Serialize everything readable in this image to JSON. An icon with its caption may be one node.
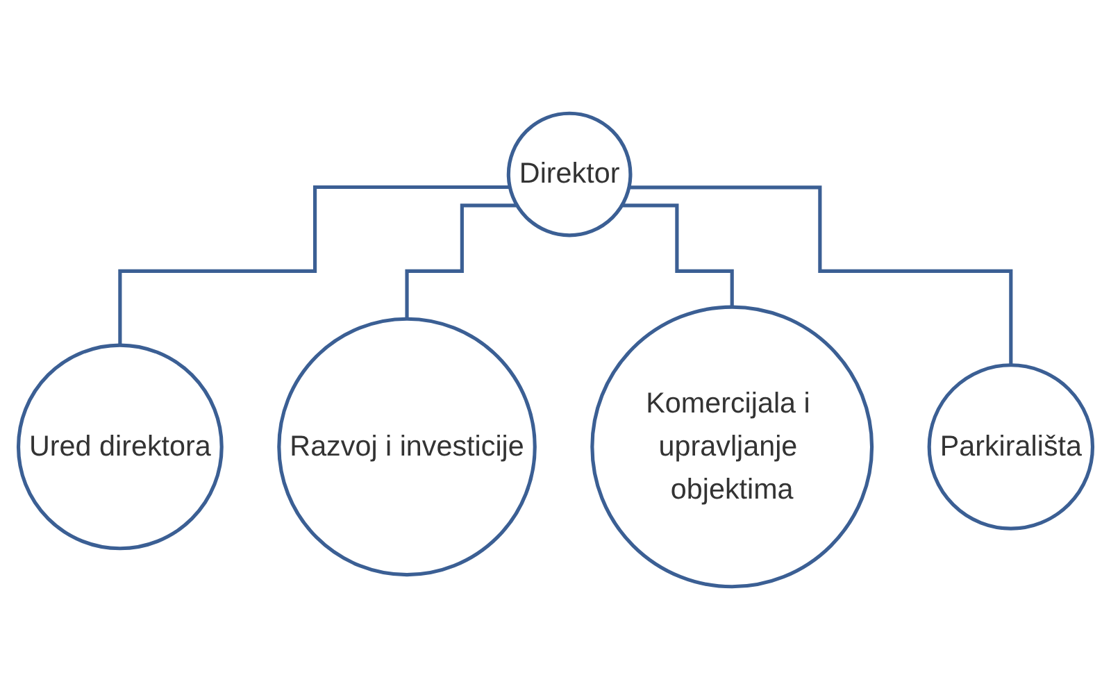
{
  "diagram": {
    "nodes": [
      {
        "text": [
          "Direktor"
        ]
      },
      {
        "text": [
          "Ured direktora"
        ]
      },
      {
        "text": [
          "Razvoj i investicije"
        ]
      },
      {
        "text": [
          "Komercijala i upravljanje objektima"
        ]
      },
      {
        "text": [
          "Parkirališta"
        ]
      }
    ],
    "edges": [
      {
        "from": 0,
        "to": 1,
        "arrow": "none"
      },
      {
        "from": 0,
        "to": 2,
        "arrow": "none"
      },
      {
        "from": 0,
        "to": 3,
        "arrow": "none"
      },
      {
        "from": 0,
        "to": 4,
        "arrow": "none"
      }
    ]
  }
}
